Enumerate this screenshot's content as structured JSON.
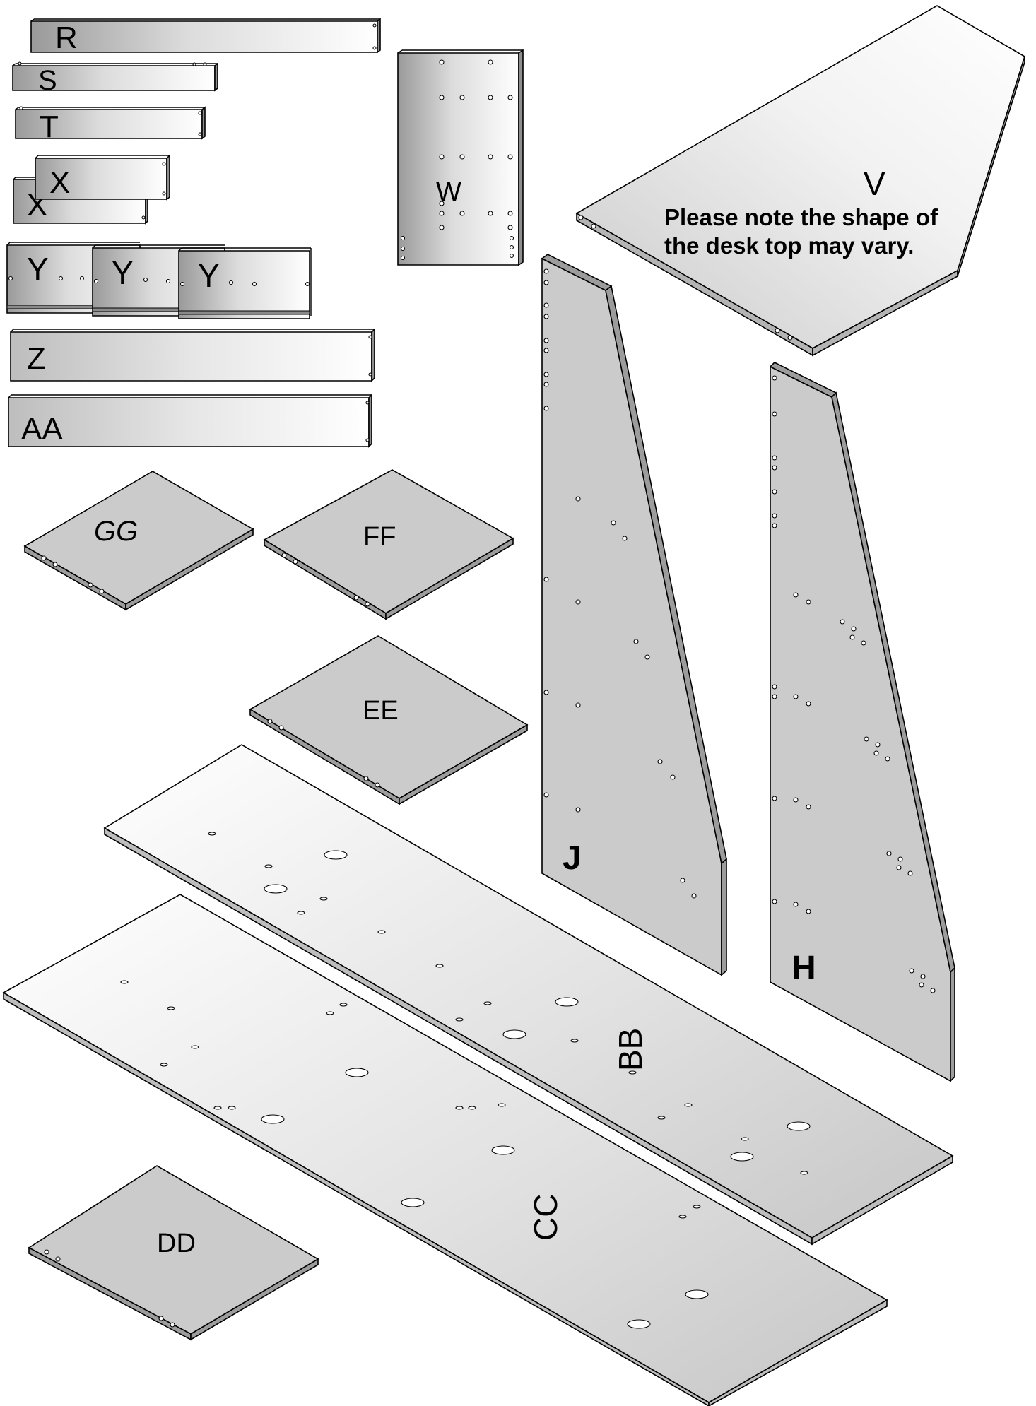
{
  "parts": {
    "R": "R",
    "S": "S",
    "T": "T",
    "X_back": "X",
    "X_front": "X",
    "Y1": "Y",
    "Y2": "Y",
    "Y3": "Y",
    "Z": "Z",
    "AA": "AA",
    "W": "W",
    "V": "V",
    "J": "J",
    "H": "H",
    "GG": "GG",
    "FF": "FF",
    "EE": "EE",
    "BB": "BB",
    "CC": "CC",
    "DD": "DD"
  },
  "note": {
    "line1": "Please note the shape of",
    "line2": "the desk top may vary."
  },
  "colors": {
    "panel_gray": "#cbcbcb",
    "edge_dark": "#9c9c9c",
    "outline": "#000000"
  }
}
